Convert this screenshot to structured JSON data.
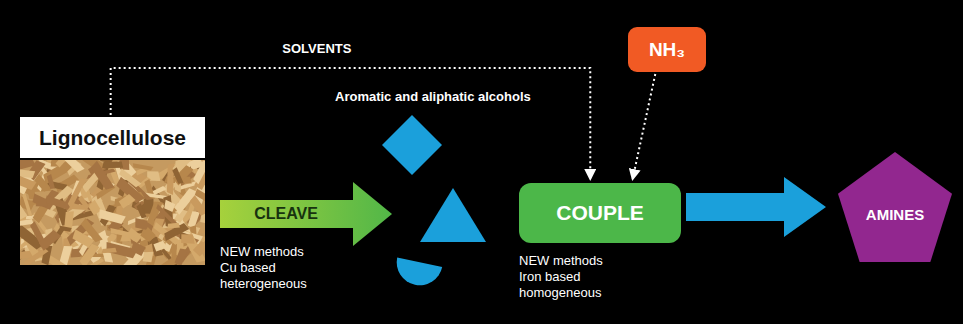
{
  "diagram": {
    "nodes": [
      {
        "text": [
          "Lignocellulose"
        ]
      },
      {
        "text": [
          "CLEAVE",
          "NEW methods Cu based heterogeneous"
        ]
      },
      {
        "text": [
          "NH₃"
        ]
      },
      {
        "text": [
          "COUPLE",
          "NEW methods Iron based homogeneous"
        ]
      },
      {
        "text": [
          "AMINES"
        ]
      }
    ],
    "edges": [
      {
        "from": 0,
        "to": 3,
        "arrow": "to",
        "label": "SOLVENTS"
      },
      {
        "from": 2,
        "to": 3,
        "arrow": "to"
      },
      {
        "from": 3,
        "to": 4,
        "arrow": "to"
      }
    ],
    "labels": [
      "Aromatic and aliphatic alcohols"
    ]
  }
}
